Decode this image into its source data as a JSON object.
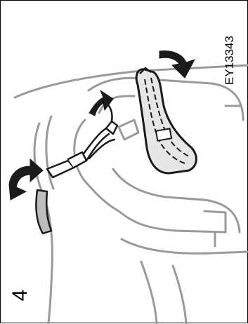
{
  "step": {
    "number": "4"
  },
  "figure": {
    "code": "EY13343"
  },
  "icons": {
    "arrows": [
      "curved-arrow-icon",
      "curved-arrow-icon",
      "curved-arrow-icon"
    ],
    "parts": [
      "seat-belt-webbing",
      "seat-belt-buckle",
      "seatback-cover",
      "seat-cushion"
    ]
  },
  "colors": {
    "line": "#8a8a8a",
    "dark": "#1a1a1a",
    "fill_light": "#ffffff",
    "fill_grey": "#bdbdbd"
  }
}
